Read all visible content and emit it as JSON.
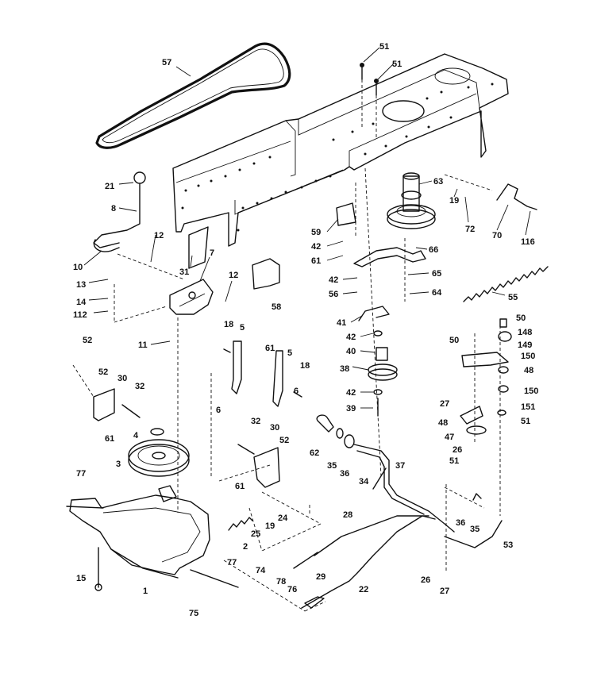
{
  "callouts": {
    "c57": "57",
    "c51a": "51",
    "c51b": "51",
    "c63": "63",
    "c21": "21",
    "c8": "8",
    "c12a": "12",
    "c10": "10",
    "c31": "31",
    "c7": "7",
    "c13": "13",
    "c14": "14",
    "c112": "112",
    "c12b": "12",
    "c58": "58",
    "c59": "59",
    "c42a": "42",
    "c61a": "61",
    "c66": "66",
    "c19a": "19",
    "c72": "72",
    "c70": "70",
    "c116": "116",
    "c55": "55",
    "c42b": "42",
    "c56": "56",
    "c65": "65",
    "c64": "64",
    "c41": "41",
    "c42c": "42",
    "c40": "40",
    "c38": "38",
    "c42d": "42",
    "c39": "39",
    "c11": "11",
    "c18a": "18",
    "c5a": "5",
    "c61b": "61",
    "c5b": "5",
    "c18b": "18",
    "c6a": "6",
    "c6b": "6",
    "c52a": "52",
    "c52b": "52",
    "c30a": "30",
    "c32a": "32",
    "c61c": "61",
    "c4": "4",
    "c3": "3",
    "c32b": "32",
    "c30b": "30",
    "c52c": "52",
    "c61d": "61",
    "c62": "62",
    "c35a": "35",
    "c36a": "36",
    "c34": "34",
    "c37": "37",
    "c50a": "50",
    "c50b": "50",
    "c148": "148",
    "c149": "149",
    "c150a": "150",
    "c48a": "48",
    "c27a": "27",
    "c150b": "150",
    "c48b": "48",
    "c151": "151",
    "c51c": "51",
    "c47": "47",
    "c26a": "26",
    "c51d": "51",
    "c77a": "77",
    "c25": "25",
    "c19b": "19",
    "c24": "24",
    "c2": "2",
    "c15": "15",
    "c1": "1",
    "c77b": "77",
    "c28": "28",
    "c36b": "36",
    "c35b": "35",
    "c53": "53",
    "c74": "74",
    "c29": "29",
    "c26b": "26",
    "c27b": "27",
    "c22": "22",
    "c78": "78",
    "c76": "76",
    "c75": "75"
  }
}
